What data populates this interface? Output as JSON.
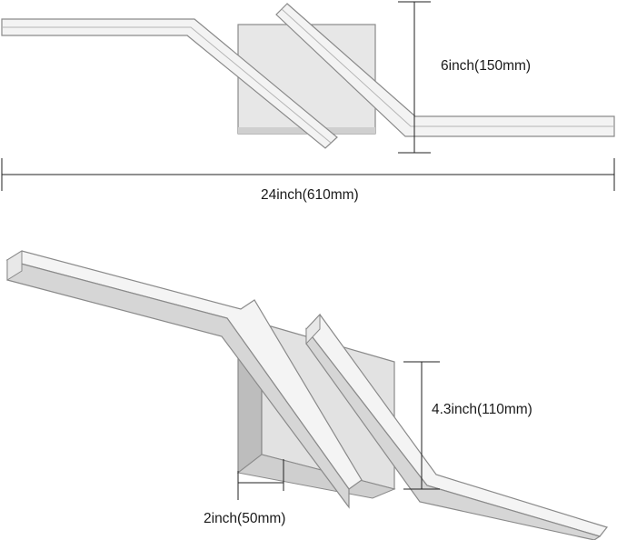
{
  "dimensions": {
    "height": "6inch(150mm)",
    "width": "24inch(610mm)",
    "plate_height": "4.3inch(110mm)",
    "depth": "2inch(50mm)"
  },
  "colors": {
    "outline": "#8a8a8a",
    "bar_face": "#f2f2f2",
    "bar_side": "#c9c9c9",
    "plate_face": "#e7e7e7",
    "plate_side": "#b9b9b9",
    "dim_line": "#222222"
  }
}
